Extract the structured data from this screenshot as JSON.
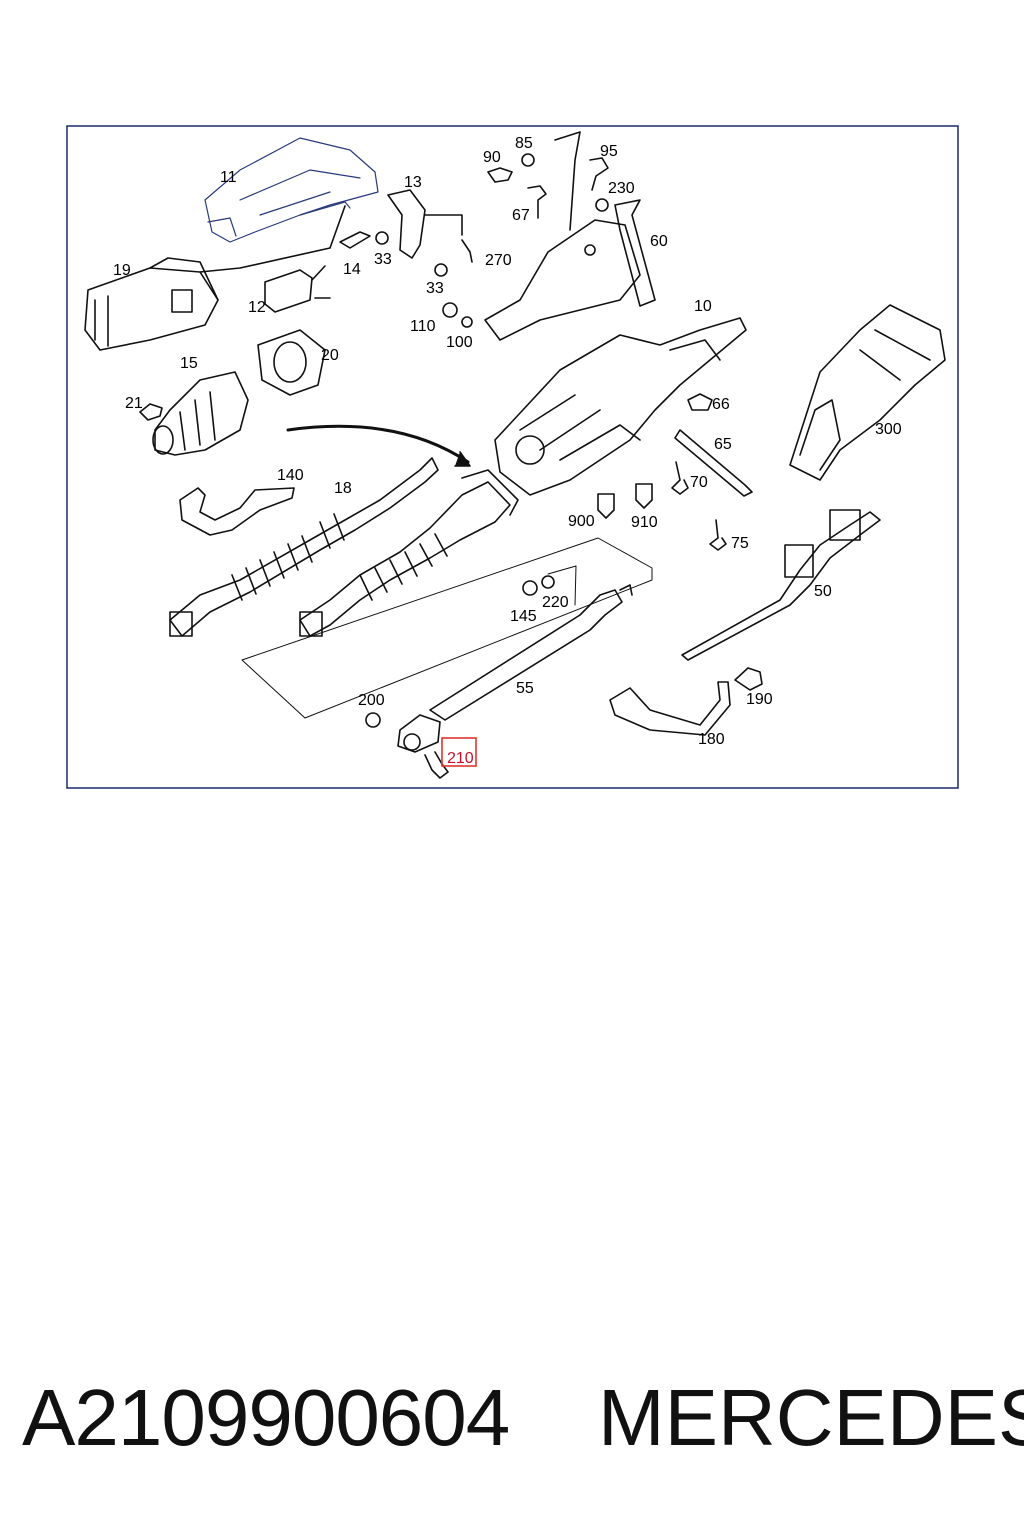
{
  "diagram": {
    "callouts": [
      "11",
      "13",
      "90",
      "85",
      "95",
      "230",
      "67",
      "60",
      "19",
      "33",
      "14",
      "270",
      "12",
      "33",
      "110",
      "100",
      "10",
      "15",
      "20",
      "21",
      "66",
      "300",
      "65",
      "140",
      "18",
      "70",
      "900",
      "910",
      "75",
      "145",
      "220",
      "50",
      "200",
      "55",
      "190",
      "180",
      "210"
    ],
    "highlighted_callout": "210",
    "highlight_color": "#e0342f",
    "frame_color": "#1a2a6a"
  },
  "footer": {
    "part_number": "A2109900604",
    "brand": "MERCEDES"
  }
}
